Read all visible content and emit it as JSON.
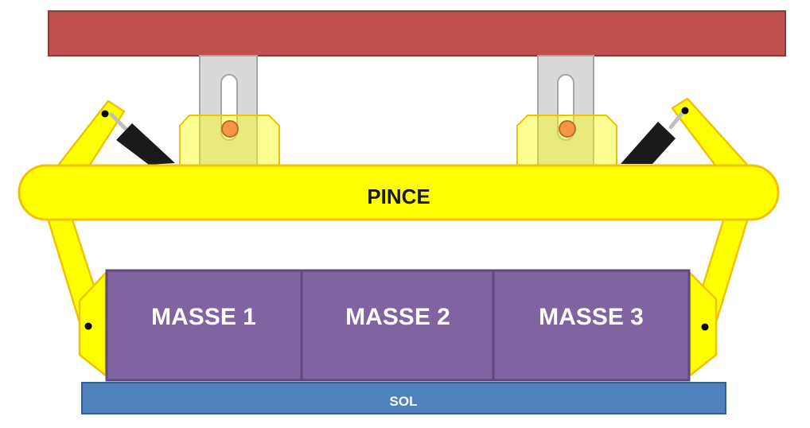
{
  "labels": {
    "pince": "PINCE",
    "masse_1": "MASSE 1",
    "masse_2": "MASSE 2",
    "masse_3": "MASSE 3",
    "sol": "SOL"
  },
  "colors": {
    "beam": "#c0504d",
    "pince": "#ffff00",
    "pince_outline": "#f2c200",
    "masse": "#8064a2",
    "masse_outline": "#5f497a",
    "sol": "#4f81bd",
    "sol_outline": "#385d8a",
    "slide": "#d9d9d9",
    "pin": "#f79646",
    "cylinder": "#1a1a1a"
  }
}
